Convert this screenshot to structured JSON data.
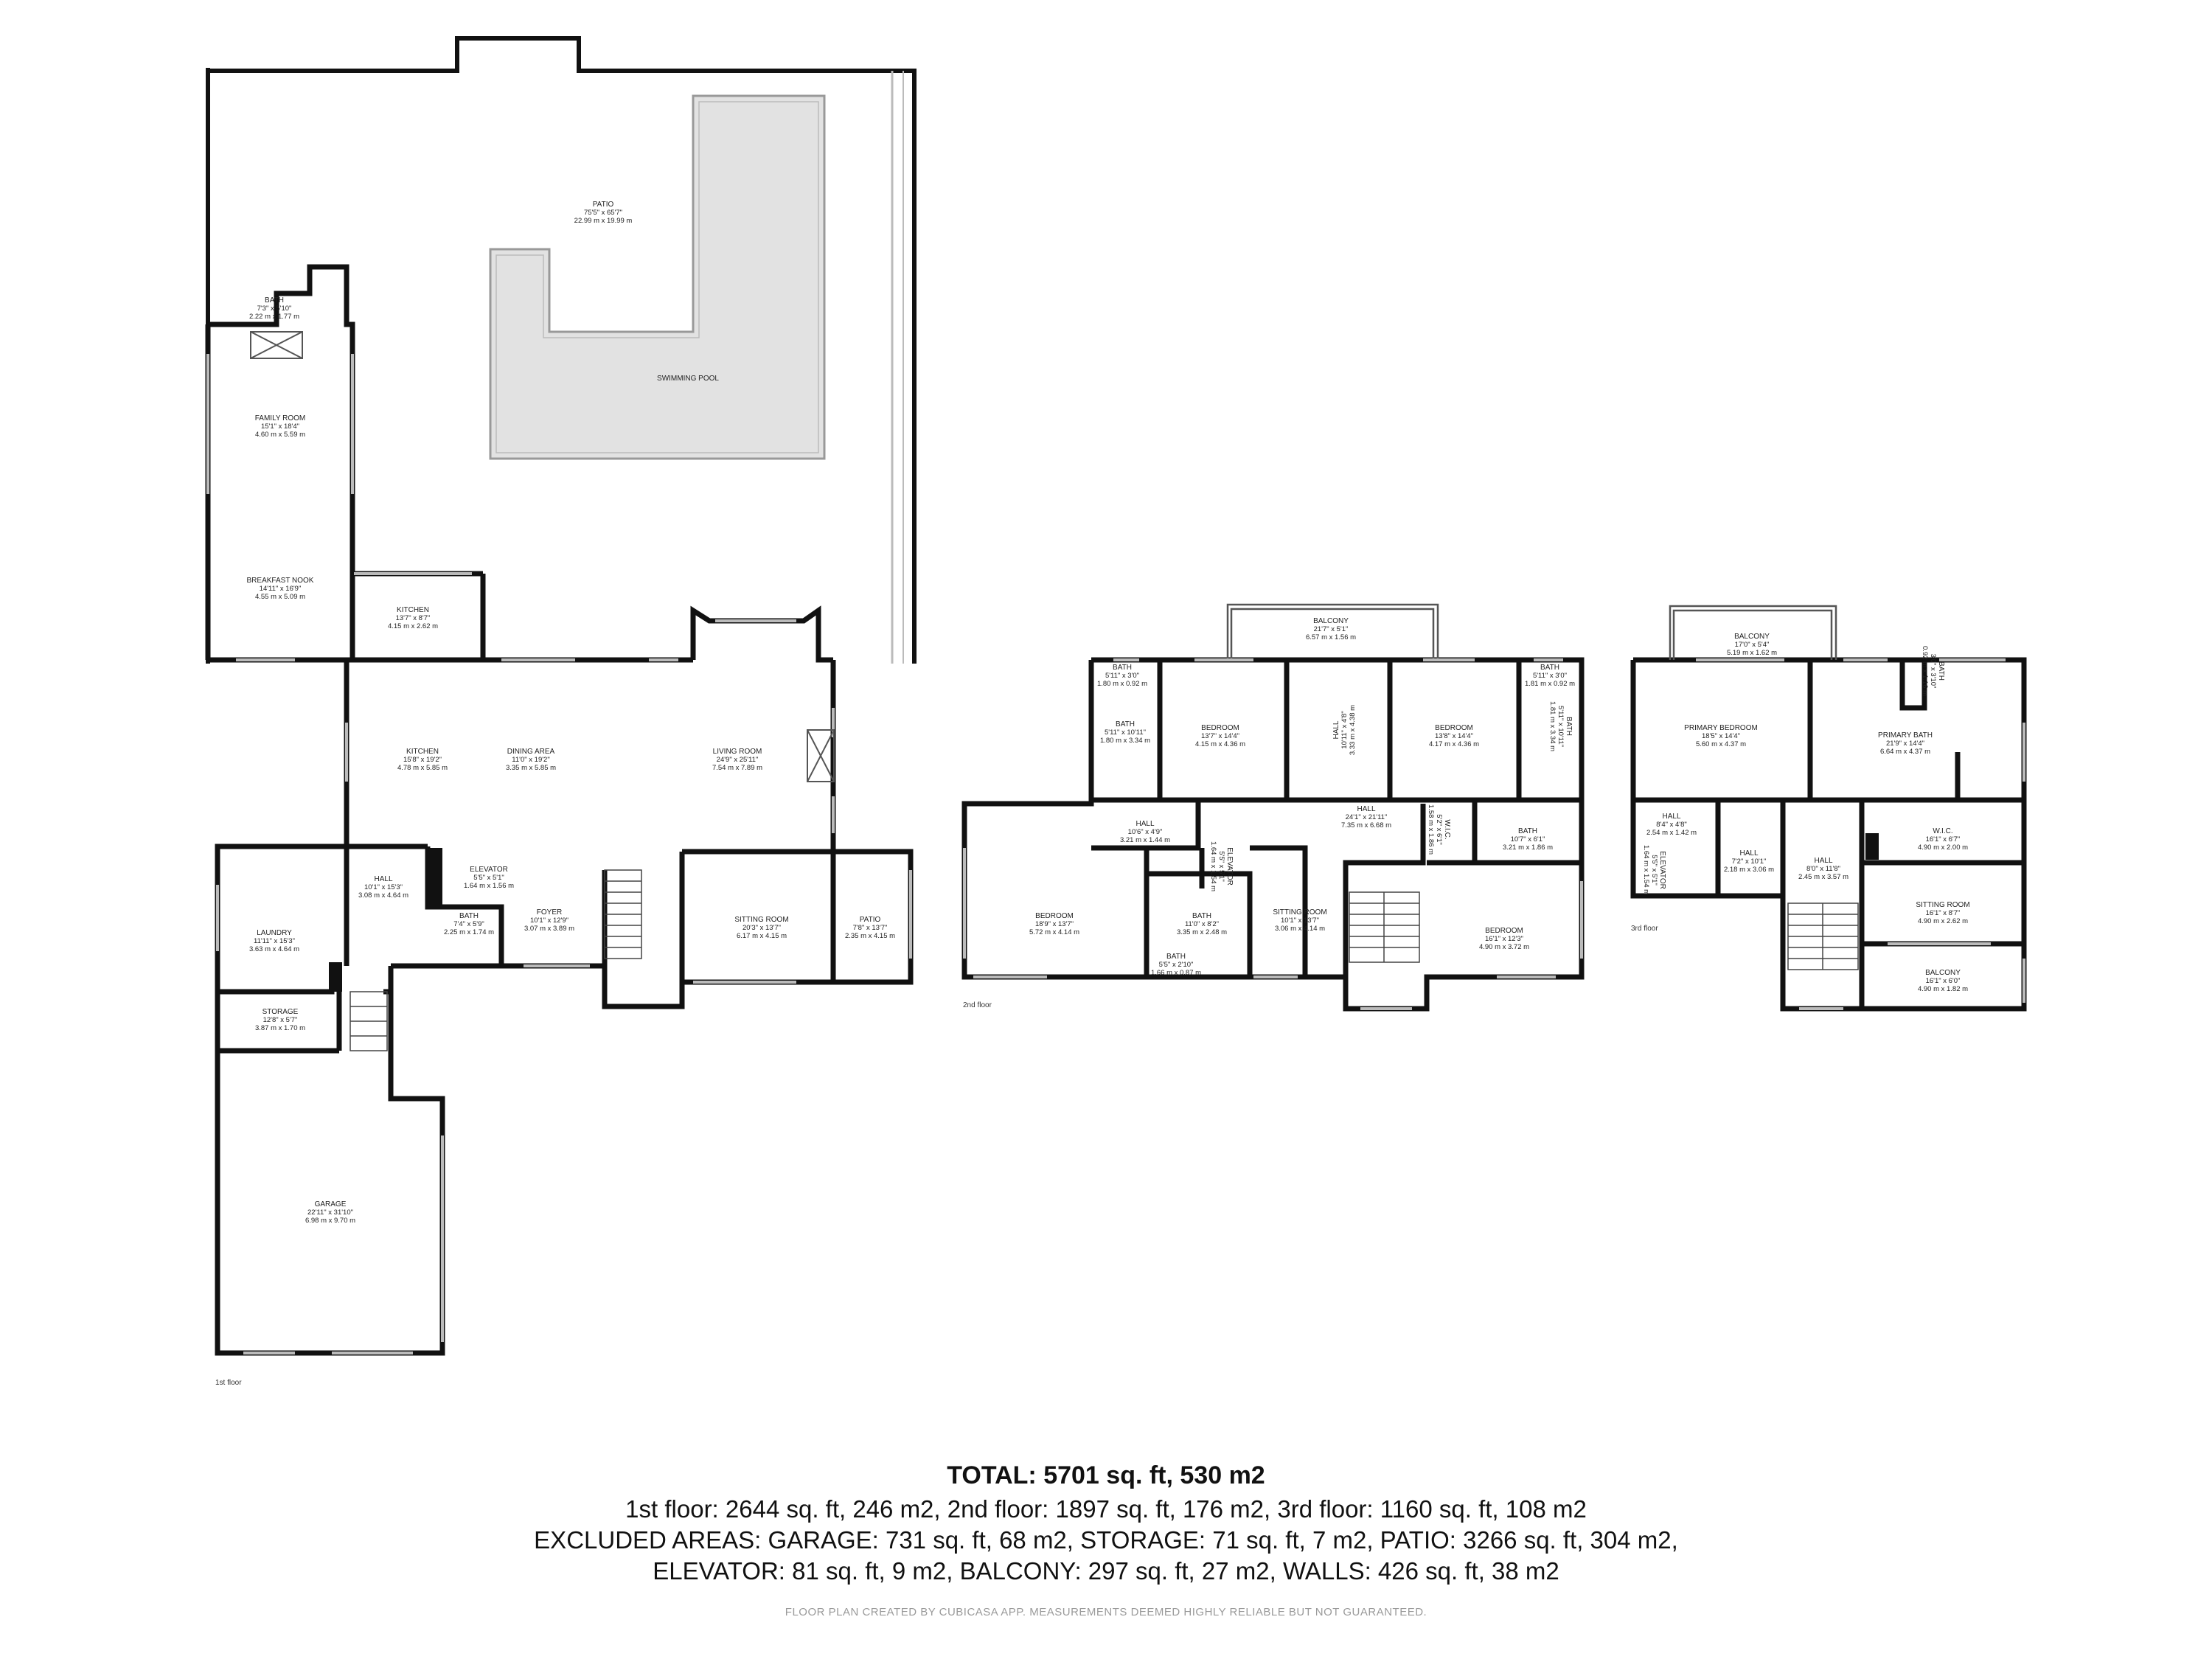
{
  "rooms": [
    {
      "name": "PATIO",
      "dim_imperial": "75'5\" x 65'7\"",
      "dim_metric": "22.99 m x 19.99 m"
    },
    {
      "name": "SWIMMING POOL",
      "dim_imperial": "",
      "dim_metric": ""
    },
    {
      "name": "BATH",
      "dim_imperial": "7'3\" x 5'10\"",
      "dim_metric": "2.22 m x 1.77 m"
    },
    {
      "name": "FAMILY ROOM",
      "dim_imperial": "15'1\" x 18'4\"",
      "dim_metric": "4.60 m x 5.59 m"
    },
    {
      "name": "BREAKFAST NOOK",
      "dim_imperial": "14'11\" x 16'9\"",
      "dim_metric": "4.55 m x 5.09 m"
    },
    {
      "name": "KITCHEN",
      "dim_imperial": "13'7\" x 8'7\"",
      "dim_metric": "4.15 m x 2.62 m"
    },
    {
      "name": "KITCHEN",
      "dim_imperial": "15'8\" x 19'2\"",
      "dim_metric": "4.78 m x 5.85 m"
    },
    {
      "name": "DINING AREA",
      "dim_imperial": "11'0\" x 19'2\"",
      "dim_metric": "3.35 m x 5.85 m"
    },
    {
      "name": "LIVING ROOM",
      "dim_imperial": "24'9\" x 25'11\"",
      "dim_metric": "7.54 m x 7.89 m"
    },
    {
      "name": "LAUNDRY",
      "dim_imperial": "11'11\" x 15'3\"",
      "dim_metric": "3.63 m x 4.64 m"
    },
    {
      "name": "HALL",
      "dim_imperial": "10'1\" x 15'3\"",
      "dim_metric": "3.08 m x 4.64 m"
    },
    {
      "name": "ELEVATOR",
      "dim_imperial": "5'5\" x 5'1\"",
      "dim_metric": "1.64 m x 1.56 m"
    },
    {
      "name": "BATH",
      "dim_imperial": "7'4\" x 5'9\"",
      "dim_metric": "2.25 m x 1.74 m"
    },
    {
      "name": "FOYER",
      "dim_imperial": "10'1\" x 12'9\"",
      "dim_metric": "3.07 m x 3.89 m"
    },
    {
      "name": "SITTING ROOM",
      "dim_imperial": "20'3\" x 13'7\"",
      "dim_metric": "6.17 m x 4.15 m"
    },
    {
      "name": "PATIO",
      "dim_imperial": "7'8\" x 13'7\"",
      "dim_metric": "2.35 m x 4.15 m"
    },
    {
      "name": "STORAGE",
      "dim_imperial": "12'8\" x 5'7\"",
      "dim_metric": "3.87 m x 1.70 m"
    },
    {
      "name": "GARAGE",
      "dim_imperial": "22'11\" x 31'10\"",
      "dim_metric": "6.98 m x 9.70 m"
    },
    {
      "name": "BALCONY",
      "dim_imperial": "21'7\" x 5'1\"",
      "dim_metric": "6.57 m x 1.56 m"
    },
    {
      "name": "BATH",
      "dim_imperial": "5'11\" x 3'0\"",
      "dim_metric": "1.80 m x 0.92 m"
    },
    {
      "name": "BATH",
      "dim_imperial": "5'11\" x 10'11\"",
      "dim_metric": "1.80 m x 3.34 m"
    },
    {
      "name": "BEDROOM",
      "dim_imperial": "13'7\" x 14'4\"",
      "dim_metric": "4.15 m x 4.36 m"
    },
    {
      "name": "HALL",
      "dim_imperial": "10'11\" x 4'8\"",
      "dim_metric": "3.33 m x 4.38 m"
    },
    {
      "name": "BEDROOM",
      "dim_imperial": "13'8\" x 14'4\"",
      "dim_metric": "4.17 m x 4.36 m"
    },
    {
      "name": "BATH",
      "dim_imperial": "5'11\" x 3'0\"",
      "dim_metric": "1.81 m x 0.92 m"
    },
    {
      "name": "BATH",
      "dim_imperial": "5'11\" x 10'11\"",
      "dim_metric": "1.81 m x 3.34 m"
    },
    {
      "name": "HALL",
      "dim_imperial": "10'6\" x 4'9\"",
      "dim_metric": "3.21 m x 1.44 m"
    },
    {
      "name": "HALL",
      "dim_imperial": "24'1\" x 21'11\"",
      "dim_metric": "7.35 m x 6.68 m"
    },
    {
      "name": "W.I.C.",
      "dim_imperial": "5'2\" x 6'1\"",
      "dim_metric": "1.58 m x 1.86 m"
    },
    {
      "name": "BATH",
      "dim_imperial": "10'7\" x 6'1\"",
      "dim_metric": "3.21 m x 1.86 m"
    },
    {
      "name": "ELEVATOR",
      "dim_imperial": "5'5\" x 5'1\"",
      "dim_metric": "1.64 m x 1.54 m"
    },
    {
      "name": "BEDROOM",
      "dim_imperial": "18'9\" x 13'7\"",
      "dim_metric": "5.72 m x 4.14 m"
    },
    {
      "name": "BATH",
      "dim_imperial": "11'0\" x 8'2\"",
      "dim_metric": "3.35 m x 2.48 m"
    },
    {
      "name": "BATH",
      "dim_imperial": "5'5\" x 2'10\"",
      "dim_metric": "1.66 m x 0.87 m"
    },
    {
      "name": "SITTING ROOM",
      "dim_imperial": "10'1\" x 13'7\"",
      "dim_metric": "3.06 m x 4.14 m"
    },
    {
      "name": "BEDROOM",
      "dim_imperial": "16'1\" x 12'3\"",
      "dim_metric": "4.90 m x 3.72 m"
    },
    {
      "name": "BALCONY",
      "dim_imperial": "17'0\" x 5'4\"",
      "dim_metric": "5.19 m x 1.62 m"
    },
    {
      "name": "PRIMARY BEDROOM",
      "dim_imperial": "18'5\" x 14'4\"",
      "dim_metric": "5.60 m x 4.37 m"
    },
    {
      "name": "PRIMARY BATH",
      "dim_imperial": "21'9\" x 14'4\"",
      "dim_metric": "6.64 m x 4.37 m"
    },
    {
      "name": "BATH",
      "dim_imperial": "3'0\" x 3'10\"",
      "dim_metric": "0.92 m x 1.16 m"
    },
    {
      "name": "HALL",
      "dim_imperial": "8'4\" x 4'8\"",
      "dim_metric": "2.54 m x 1.42 m"
    },
    {
      "name": "ELEVATOR",
      "dim_imperial": "5'5\" x 5'1\"",
      "dim_metric": "1.64 m x 1.54 m"
    },
    {
      "name": "HALL",
      "dim_imperial": "7'2\" x 10'1\"",
      "dim_metric": "2.18 m x 3.06 m"
    },
    {
      "name": "HALL",
      "dim_imperial": "8'0\" x 11'8\"",
      "dim_metric": "2.45 m x 3.57 m"
    },
    {
      "name": "W.I.C.",
      "dim_imperial": "16'1\" x 6'7\"",
      "dim_metric": "4.90 m x 2.00 m"
    },
    {
      "name": "SITTING ROOM",
      "dim_imperial": "16'1\" x 8'7\"",
      "dim_metric": "4.90 m x 2.62 m"
    },
    {
      "name": "BALCONY",
      "dim_imperial": "16'1\" x 6'0\"",
      "dim_metric": "4.90 m x 1.82 m"
    }
  ],
  "floor_tags": [
    "1st floor",
    "2nd floor",
    "3rd floor"
  ],
  "summary": {
    "total": "TOTAL: 5701 sq. ft, 530 m2",
    "line1": "1st floor: 2644 sq. ft, 246 m2, 2nd floor: 1897 sq. ft, 176 m2, 3rd floor: 1160 sq. ft, 108 m2",
    "line2": "EXCLUDED AREAS: GARAGE: 731 sq. ft, 68 m2, STORAGE: 71 sq. ft, 7 m2, PATIO: 3266 sq. ft, 304 m2,",
    "line3": "ELEVATOR: 81 sq. ft, 9 m2, BALCONY: 297 sq. ft, 27 m2, WALLS: 426 sq. ft, 38 m2",
    "disclaimer": "FLOOR PLAN CREATED BY CUBICASA APP. MEASUREMENTS DEEMED HIGHLY RELIABLE BUT NOT GUARANTEED."
  },
  "colors": {
    "wall": "#111111",
    "pool": "#e2e2e2",
    "window": "#bbbbbb",
    "text": "#222222"
  }
}
